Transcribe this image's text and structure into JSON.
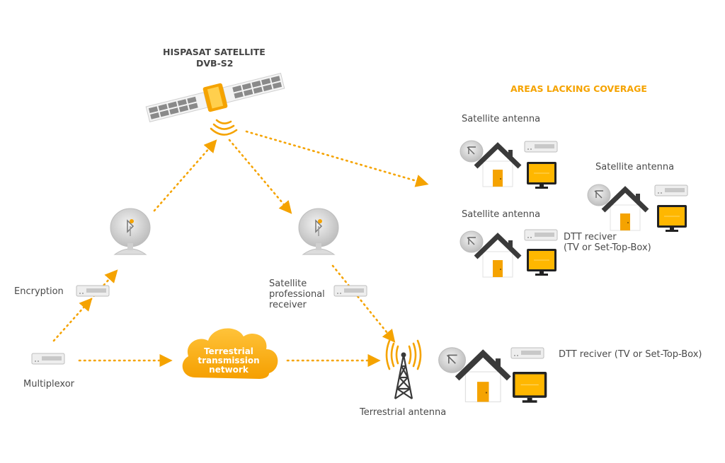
{
  "colors": {
    "accent": "#f5a300",
    "accent_light": "#ffc83a",
    "roof": "#3a3a3a",
    "house_wall": "#ffffff",
    "door": "#f5a300",
    "dish": "#d4d4d4",
    "device": "#e2e2e2",
    "screen": "#ffb700",
    "text": "#4a4a4a"
  },
  "labels": {
    "satellite_title": "HISPASAT SATELLITE",
    "satellite_subtitle": "DVB-S2",
    "areas_title": "AREAS LACKING COVERAGE",
    "sat_antenna_1": "Satellite antenna",
    "sat_antenna_2": "Satellite antenna",
    "sat_antenna_3": "Satellite antenna",
    "dtt_receiver_1_line1": "DTT reciver",
    "dtt_receiver_1_line2": "(TV or Set-Top-Box)",
    "encryption": "Encryption",
    "sat_receiver_line1": "Satellite",
    "sat_receiver_line2": "professional",
    "sat_receiver_line3": "receiver",
    "multiplexor": "Multiplexor",
    "cloud_line1": "Terrestrial",
    "cloud_line2": "transmission",
    "cloud_line3": "network",
    "terrestrial_antenna": "Terrestrial antenna",
    "dtt_receiver_2": "DTT reciver (TV or Set-Top-Box)"
  },
  "icons": {
    "satellite": "satellite-icon",
    "dish": "satellite-dish-icon",
    "house": "house-icon",
    "tv": "tv-icon",
    "set_top_box": "set-top-box-icon",
    "cloud": "cloud-icon",
    "tower": "antenna-tower-icon"
  }
}
